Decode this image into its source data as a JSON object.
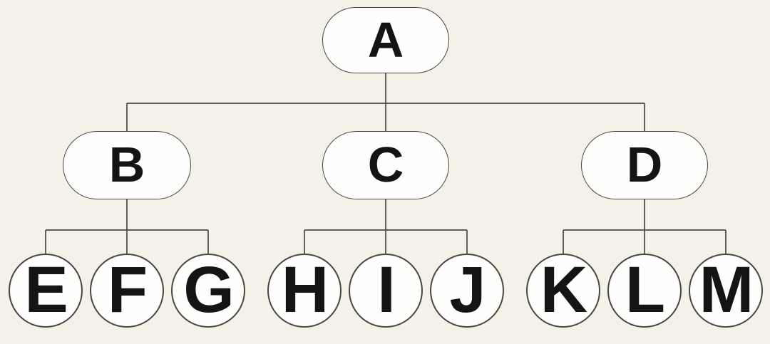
{
  "diagram": {
    "type": "tree",
    "orientation": "top-down",
    "tree": {
      "root": {
        "label": "A",
        "shape": "rounded-rectangle",
        "children": [
          {
            "label": "B",
            "shape": "rounded-rectangle",
            "children": [
              {
                "label": "E",
                "shape": "circle"
              },
              {
                "label": "F",
                "shape": "circle"
              },
              {
                "label": "G",
                "shape": "circle"
              }
            ]
          },
          {
            "label": "C",
            "shape": "rounded-rectangle",
            "children": [
              {
                "label": "H",
                "shape": "circle"
              },
              {
                "label": "I",
                "shape": "circle"
              },
              {
                "label": "J",
                "shape": "circle"
              }
            ]
          },
          {
            "label": "D",
            "shape": "rounded-rectangle",
            "children": [
              {
                "label": "K",
                "shape": "circle"
              },
              {
                "label": "L",
                "shape": "circle"
              },
              {
                "label": "M",
                "shape": "circle"
              }
            ]
          }
        ]
      }
    }
  },
  "colors": {
    "background": "#f4f1e9",
    "node-fill": "#fefefc",
    "line": "#4a4741",
    "text": "#141414"
  }
}
